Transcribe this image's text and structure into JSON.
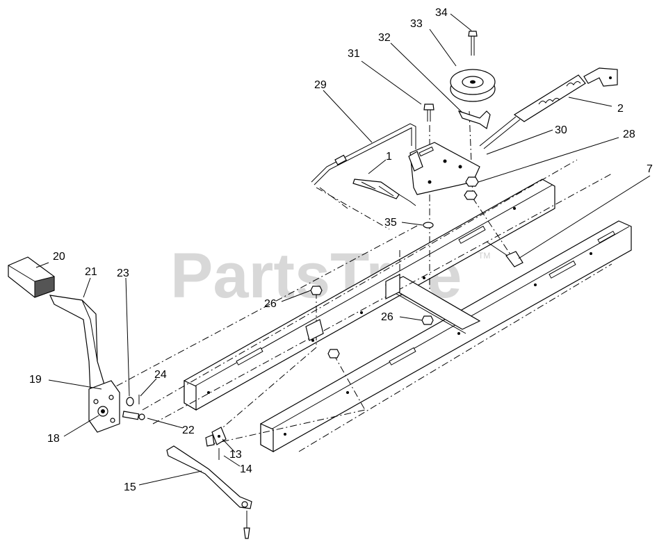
{
  "watermark": {
    "text": "PartsTree",
    "tm": "TM"
  },
  "callouts": {
    "c1": "1",
    "c2": "2",
    "c7": "7",
    "c13": "13",
    "c14": "14",
    "c15": "15",
    "c18": "18",
    "c19": "19",
    "c20": "20",
    "c21": "21",
    "c22": "22",
    "c23": "23",
    "c24": "24",
    "c26a": "26",
    "c26b": "26",
    "c28": "28",
    "c29": "29",
    "c30": "30",
    "c31": "31",
    "c32": "32",
    "c33": "33",
    "c34": "34",
    "c35": "35"
  }
}
